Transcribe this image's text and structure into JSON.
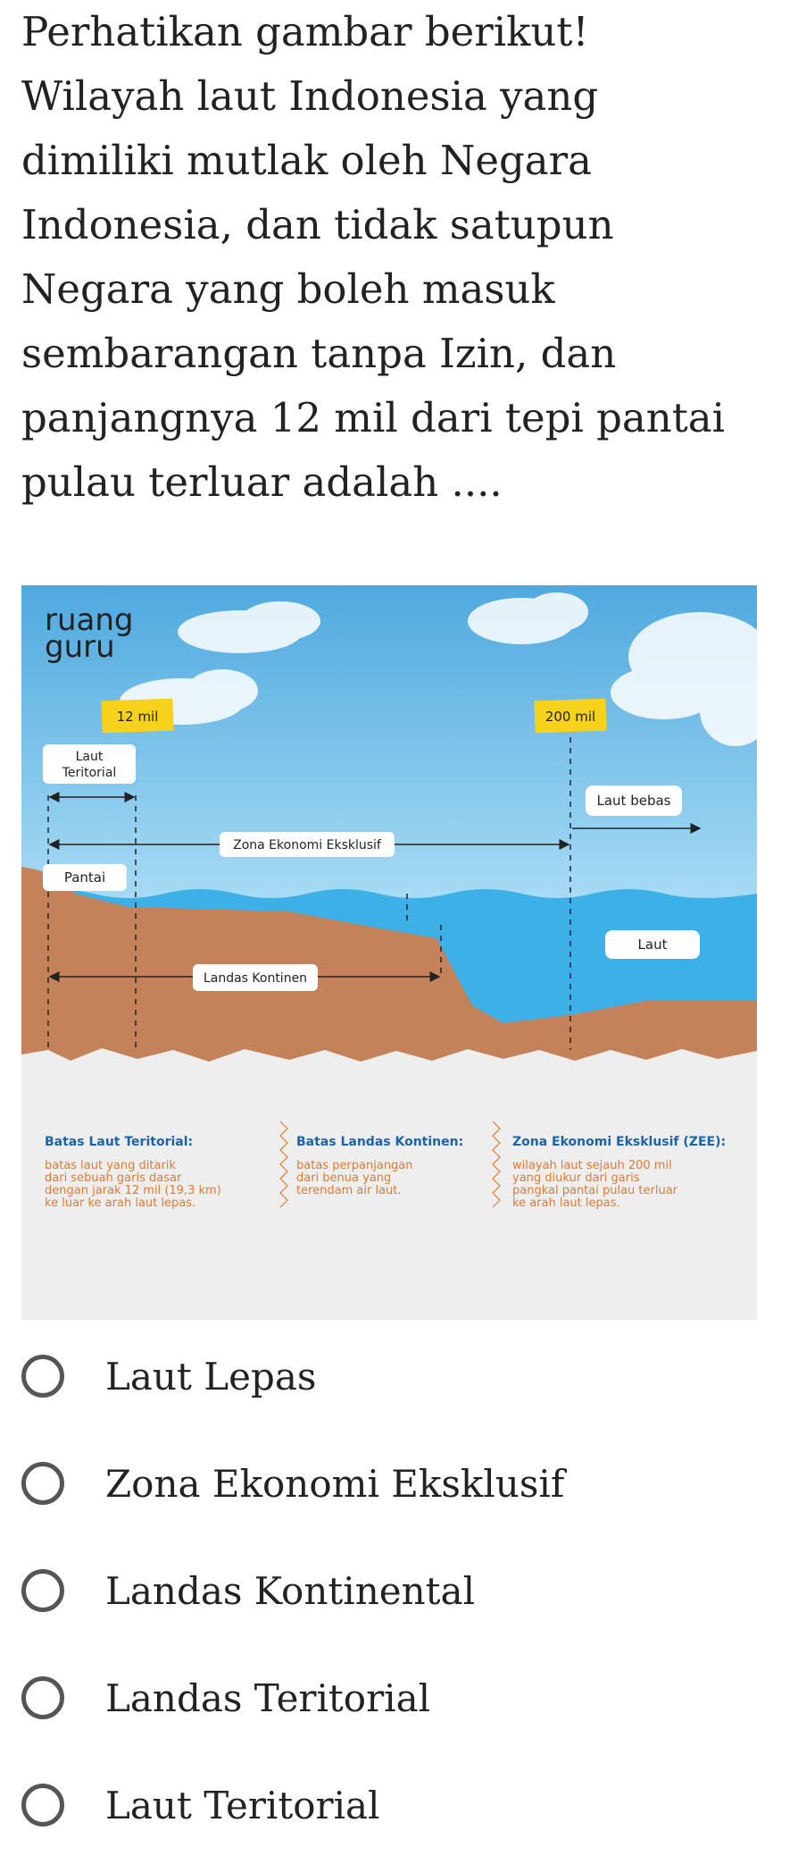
{
  "question": {
    "lines": [
      "Perhatikan gambar berikut!",
      "Wilayah laut Indonesia yang",
      "dimiliki mutlak oleh Negara",
      "Indonesia, dan tidak satupun",
      "Negara yang boleh masuk",
      "sembarangan tanpa Izin, dan",
      "panjangnya 12 mil dari tepi pantai",
      "pulau terluar adalah ...."
    ]
  },
  "figure": {
    "logo_line1": "ruang",
    "logo_line2": "guru",
    "tag_12": "12 mil",
    "tag_200": "200 mil",
    "laut_teritorial_1": "Laut",
    "laut_teritorial_2": "Teritorial",
    "laut_bebas": "Laut bebas",
    "zee": "Zona Ekonomi Eksklusif",
    "pantai": "Pantai",
    "laut": "Laut",
    "landas": "Landas Kontinen",
    "def1_title": "Batas Laut Teritorial:",
    "def1_lines": [
      "batas laut yang ditarik",
      "dari sebuah garis dasar",
      "dengan jarak 12 mil (19,3 km)",
      "ke luar ke arah laut lepas."
    ],
    "def2_title": "Batas Landas Kontinen:",
    "def2_lines": [
      "batas perpanjangan",
      "dari benua yang",
      "terendam air laut."
    ],
    "def3_title": "Zona Ekonomi Eksklusif (ZEE):",
    "def3_lines": [
      "wilayah laut sejauh 200 mil",
      "yang diukur dari garis",
      "pangkal pantai pulau terluar",
      "ke arah laut lepas."
    ],
    "colors": {
      "sky": "#63b8e6",
      "sea": "#3db0e8",
      "land": "#c4825a",
      "heading": "#1f63a5",
      "body_text": "#e07a32",
      "tag": "#f7d21c"
    }
  },
  "options": [
    {
      "label": "Laut Lepas"
    },
    {
      "label": "Zona Ekonomi Eksklusif"
    },
    {
      "label": "Landas Kontinental"
    },
    {
      "label": "Landas Teritorial"
    },
    {
      "label": "Laut Teritorial"
    }
  ]
}
